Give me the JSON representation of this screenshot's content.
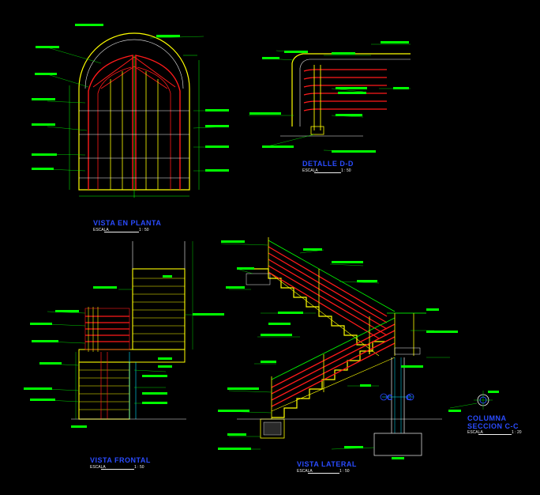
{
  "colors": {
    "background": "#000000",
    "annotation": "#00ff00",
    "railing": "#ff1a1a",
    "structure": "#ffff00",
    "outline": "#f2f2f2",
    "title": "#2a4cff",
    "accent": "#ff00ff",
    "cyan": "#00e5ff"
  },
  "views": {
    "planta": {
      "title": "VISTA EN PLANTA",
      "scale_label": "ESCALA",
      "scale_value": "1 : 50"
    },
    "detalle": {
      "title": "DETALLE D-D",
      "scale_label": "ESCALA",
      "scale_value": "1 : 50"
    },
    "frontal": {
      "title": "VISTA FRONTAL",
      "scale_label": "ESCALA",
      "scale_value": "1 : 50"
    },
    "lateral": {
      "title": "VISTA LATERAL",
      "scale_label": "ESCALA",
      "scale_value": "1 : 50"
    },
    "columna": {
      "title": "COLUMNA",
      "title2": "SECCION C-C",
      "scale_label": "ESCALA",
      "scale_value": "1 : 20"
    }
  },
  "section_marks": {
    "c_left": "C",
    "c_right": "C"
  }
}
